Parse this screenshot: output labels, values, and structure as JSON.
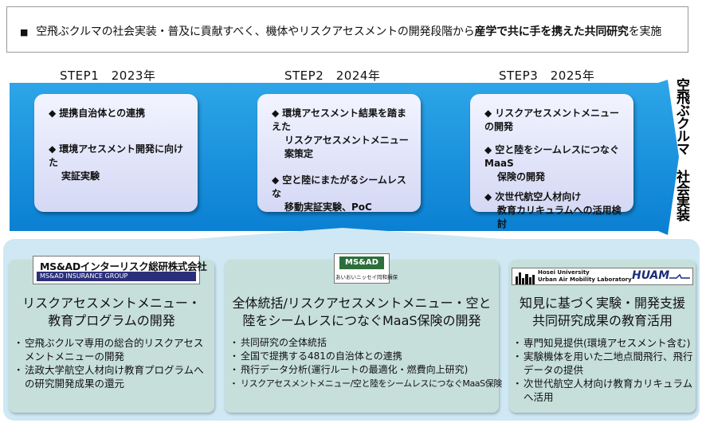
{
  "header": {
    "marker": "■",
    "text_normal": "空飛ぶクルマの社会実装・普及に貢献すべく、機体やリスクアセスメントの開発段階から",
    "text_bold": "産学で共に手を携えた共同研究",
    "text_tail": "を実施"
  },
  "timeline": {
    "arrow_title": "空飛ぶクルマ 社会実装",
    "colors": {
      "arrow_top": "#2ea6e8",
      "arrow_bottom": "#0a7fd2",
      "card_top": "#f2f4ff",
      "card_bottom": "#d4d8f4"
    },
    "steps": [
      {
        "label": "STEP1　2023年",
        "items": [
          {
            "marker": "◆",
            "lines": [
              "提携自治体との連携"
            ]
          },
          {
            "marker": "◆",
            "lines": [
              "環境アセスメント開発に向けた",
              "実証実験"
            ]
          }
        ]
      },
      {
        "label": "STEP2　2024年",
        "items": [
          {
            "marker": "◆",
            "lines": [
              "環境アセスメント結果を踏まえた",
              "リスクアセスメントメニュー案策定"
            ]
          },
          {
            "marker": "◆",
            "lines": [
              "空と陸にまたがるシームレスな",
              "移動実証実験、PoC"
            ]
          }
        ]
      },
      {
        "label": "STEP3　2025年",
        "items": [
          {
            "marker": "◆",
            "lines": [
              "リスクアセスメントメニューの開発"
            ]
          },
          {
            "marker": "◆",
            "lines": [
              "空と陸をシームレスにつなぐMaaS",
              "保険の開発"
            ]
          },
          {
            "marker": "◆",
            "lines": [
              "次世代航空人材向け",
              "教育カリキュラムへの活用検討"
            ]
          }
        ]
      }
    ]
  },
  "orgs": [
    {
      "logo_text": "MS&ADインターリスク総研株式会社",
      "logo_sub": "MS&AD INSURANCE GROUP",
      "title_lines": [
        "リスクアセスメントメニュー・",
        "教育プログラムの開発"
      ],
      "bullets": [
        "空飛ぶクルマ専用の総合的リスクアセスメントメニューの開発",
        "法政大学航空人材向け教育プログラムへの研究開発成果の還元"
      ]
    },
    {
      "logo_text": "MS&AD",
      "logo_sub": "あいおいニッセイ同和損保",
      "title_lines": [
        "全体統括/リスクアセスメントメニュー・空と",
        "陸をシームレスにつなぐMaaS保険の開発"
      ],
      "bullets": [
        "共同研究の全体統括",
        "全国で提携する481の自治体との連携",
        "飛行データ分析(運行ルートの最適化・燃費向上研究)",
        "リスクアセスメントメニュー/空と陸をシームレスにつなぐMaaS保険"
      ]
    },
    {
      "logo_text": "Hosei University",
      "logo_sub": "Urban Air Mobility Laboratory",
      "logo_mark": "HUAM",
      "title_lines": [
        "知見に基づく実験・開発支援",
        "共同研究成果の教育活用"
      ],
      "bullets": [
        "専門知見提供(環境アセスメント含む)",
        "実験機体を用いた二地点間飛行、飛行データの提供",
        "次世代航空人材向け教育カリキュラムへ活用"
      ]
    }
  ]
}
